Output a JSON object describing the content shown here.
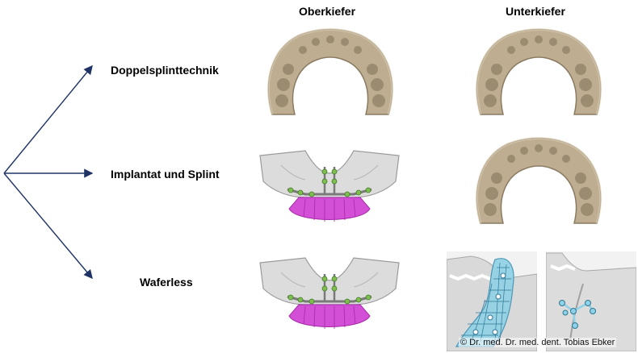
{
  "columns": {
    "upper": "Oberkiefer",
    "lower": "Unterkiefer"
  },
  "rows": [
    {
      "label": "Doppelsplinttechnik"
    },
    {
      "label": "Implantat und Splint"
    },
    {
      "label": "Waferless"
    }
  ],
  "copyright": "© Dr. med. Dr. med. dent. Tobias Ebker",
  "colors": {
    "arrow": "#1f3366",
    "splint": "#b8a585",
    "bone": "#dcdcdc",
    "teeth": "#d24fd6",
    "plate": "#7fbf4f",
    "mesh": "#8fd1e6"
  },
  "icons": {
    "splint": "dental-splint-image",
    "skull_implant": "maxilla-implant-image",
    "mandible_mesh": "mandible-mesh-implant-image",
    "mandible_plate": "mandible-plate-image"
  }
}
